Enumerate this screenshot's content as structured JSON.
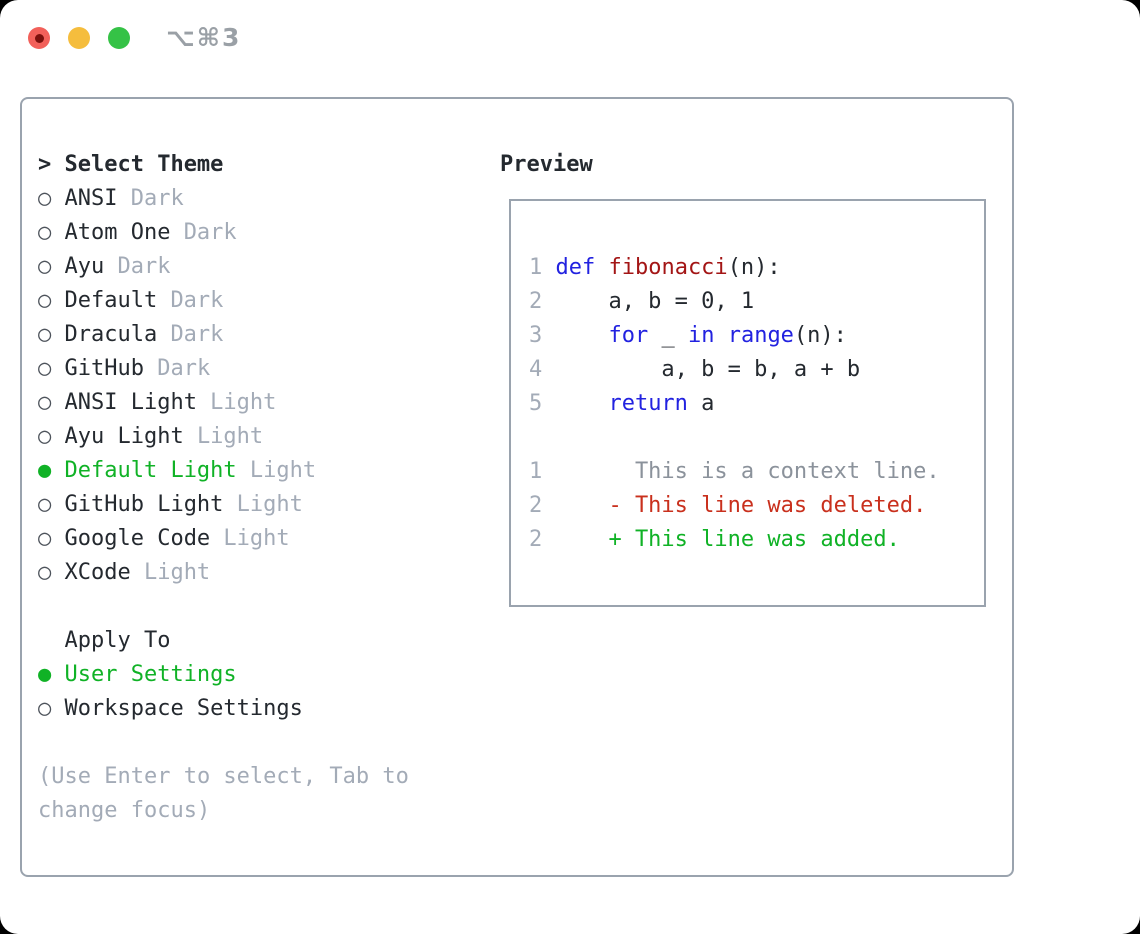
{
  "window": {
    "shortcut_label": "⌥⌘3"
  },
  "colors": {
    "selection_green": "#10b226",
    "diff_red": "#c9301d",
    "keyword_blue": "#2222e0",
    "function_dark_red": "#a31515",
    "muted_gray": "#a3abb7",
    "panel_border_gray": "#9aa3ae",
    "traffic_red": "#f2605a",
    "traffic_yellow": "#f5bd3d",
    "traffic_green": "#35c246"
  },
  "theme_panel": {
    "prompt": ">",
    "title": "Select Theme",
    "themes": [
      {
        "name": "ANSI",
        "variant": "Dark",
        "selected": false
      },
      {
        "name": "Atom One",
        "variant": "Dark",
        "selected": false
      },
      {
        "name": "Ayu",
        "variant": "Dark",
        "selected": false
      },
      {
        "name": "Default",
        "variant": "Dark",
        "selected": false
      },
      {
        "name": "Dracula",
        "variant": "Dark",
        "selected": false
      },
      {
        "name": "GitHub",
        "variant": "Dark",
        "selected": false
      },
      {
        "name": "ANSI Light",
        "variant": "Light",
        "selected": false
      },
      {
        "name": "Ayu Light",
        "variant": "Light",
        "selected": false
      },
      {
        "name": "Default Light",
        "variant": "Light",
        "selected": true
      },
      {
        "name": "GitHub Light",
        "variant": "Light",
        "selected": false
      },
      {
        "name": "Google Code",
        "variant": "Light",
        "selected": false
      },
      {
        "name": "XCode",
        "variant": "Light",
        "selected": false
      }
    ],
    "apply_to_title": "Apply To",
    "apply_options": [
      {
        "name": "User Settings",
        "selected": true
      },
      {
        "name": "Workspace Settings",
        "selected": false
      }
    ],
    "help_text": "(Use Enter to select, Tab to change focus)"
  },
  "preview": {
    "title": "Preview",
    "lines": [
      {
        "num": "1",
        "kind": "code",
        "tokens": [
          {
            "t": "def",
            "c": "kw"
          },
          {
            "t": " "
          },
          {
            "t": "fibonacci",
            "c": "fn"
          },
          {
            "t": "(n):"
          }
        ]
      },
      {
        "num": "2",
        "kind": "code",
        "tokens": [
          {
            "t": "    a, b = 0, 1"
          }
        ]
      },
      {
        "num": "3",
        "kind": "code",
        "tokens": [
          {
            "t": "    "
          },
          {
            "t": "for",
            "c": "kw"
          },
          {
            "t": " _ "
          },
          {
            "t": "in",
            "c": "kw"
          },
          {
            "t": " "
          },
          {
            "t": "range",
            "c": "kw"
          },
          {
            "t": "(n):"
          }
        ]
      },
      {
        "num": "4",
        "kind": "code",
        "tokens": [
          {
            "t": "        a, b = b, a + b"
          }
        ]
      },
      {
        "num": "5",
        "kind": "code",
        "tokens": [
          {
            "t": "    "
          },
          {
            "t": "return",
            "c": "kw"
          },
          {
            "t": " a"
          }
        ]
      },
      {
        "num": "",
        "kind": "blank",
        "tokens": []
      },
      {
        "num": "1",
        "kind": "context",
        "tokens": [
          {
            "t": "      This is a context line.",
            "c": "ctx"
          }
        ]
      },
      {
        "num": "2",
        "kind": "deleted",
        "tokens": [
          {
            "t": "    - This line was deleted.",
            "c": "del"
          }
        ]
      },
      {
        "num": "2",
        "kind": "added",
        "tokens": [
          {
            "t": "    + This line was added.",
            "c": "add"
          }
        ]
      }
    ]
  }
}
